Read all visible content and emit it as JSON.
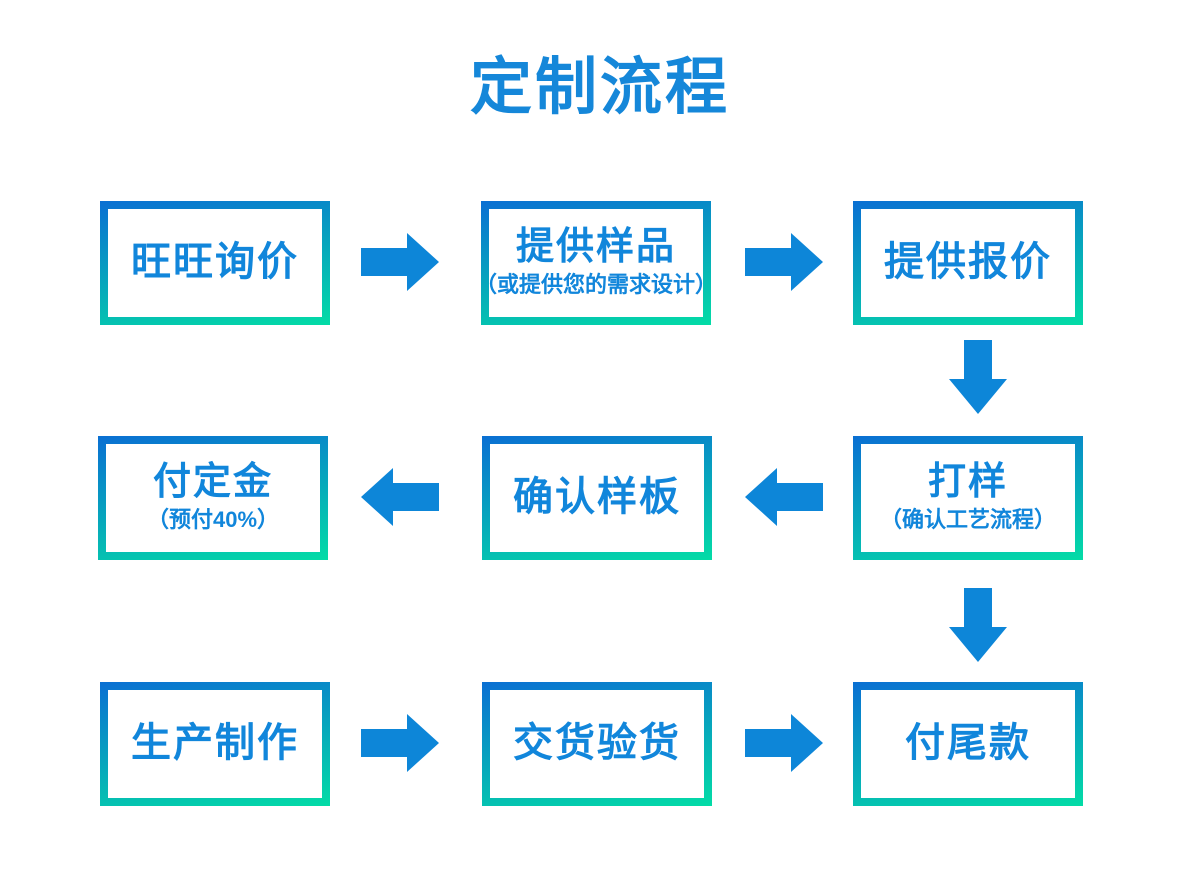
{
  "title": "定制流程",
  "colors": {
    "title_text": "#1587d9",
    "node_text": "#1186db",
    "arrow": "#0d86d8",
    "grad_top": "#0a6fd3",
    "grad_bottom": "#03dca6",
    "bg": "#ffffff"
  },
  "nodes": [
    {
      "id": "wangwang-inquiry",
      "label": "旺旺询价",
      "sub": ""
    },
    {
      "id": "provide-sample",
      "label": "提供样品",
      "sub": "（或提供您的需求设计）"
    },
    {
      "id": "provide-quote",
      "label": "提供报价",
      "sub": ""
    },
    {
      "id": "sampling",
      "label": "打样",
      "sub": "（确认工艺流程）"
    },
    {
      "id": "confirm-sample",
      "label": "确认样板",
      "sub": ""
    },
    {
      "id": "pay-deposit",
      "label": "付定金",
      "sub": "（预付40%）"
    },
    {
      "id": "production",
      "label": "生产制作",
      "sub": ""
    },
    {
      "id": "delivery-inspection",
      "label": "交货验货",
      "sub": ""
    },
    {
      "id": "pay-balance",
      "label": "付尾款",
      "sub": ""
    }
  ],
  "arrows": [
    {
      "from": "旺旺询价",
      "to": "提供样品",
      "direction": "right"
    },
    {
      "from": "提供样品",
      "to": "提供报价",
      "direction": "right"
    },
    {
      "from": "提供报价",
      "to": "打样",
      "direction": "down"
    },
    {
      "from": "打样",
      "to": "确认样板",
      "direction": "left"
    },
    {
      "from": "确认样板",
      "to": "付定金",
      "direction": "left"
    },
    {
      "from": "打样",
      "to": "付尾款",
      "direction": "down"
    },
    {
      "from": "生产制作",
      "to": "交货验货",
      "direction": "right"
    },
    {
      "from": "交货验货",
      "to": "付尾款",
      "direction": "right"
    }
  ]
}
